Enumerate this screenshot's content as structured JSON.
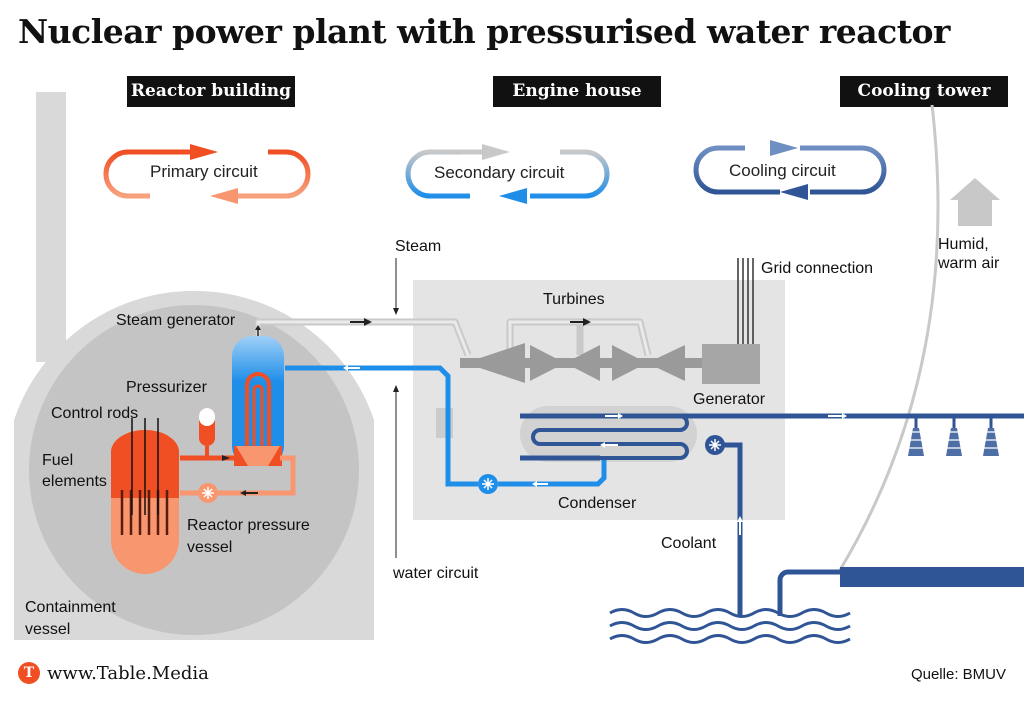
{
  "title": "Nuclear power plant with pressurised water reactor",
  "sections": {
    "reactor_building": "Reactor building",
    "engine_house": "Engine house",
    "cooling_tower": "Cooling tower"
  },
  "legend": {
    "primary": "Primary circuit",
    "secondary": "Secondary circuit",
    "cooling": "Cooling circuit"
  },
  "labels": {
    "steam": "Steam",
    "turbines": "Turbines",
    "grid_connection": "Grid connection",
    "humid_warm_air": "Humid, warm air",
    "steam_generator": "Steam generator",
    "pressurizer": "Pressurizer",
    "control_rods": "Control rods",
    "fuel_elements": "Fuel elements",
    "generator": "Generator",
    "reactor_pressure_vessel": "Reactor pressure vessel",
    "condenser": "Condenser",
    "coolant": "Coolant",
    "water_circuit": "water circuit",
    "containment_vessel": "Containment vessel"
  },
  "colors": {
    "primary": "#f04e23",
    "primary_light": "#f7966f",
    "secondary": "#1f8ee8",
    "cooling": "#2f5596",
    "grey_bg": "#d6d6d6",
    "containment": "#c8c8c8",
    "engine_house": "#e6e6e6"
  },
  "footer": {
    "brand_logo": "T",
    "brand": "www.Table.Media",
    "source": "Quelle: BMUV"
  }
}
